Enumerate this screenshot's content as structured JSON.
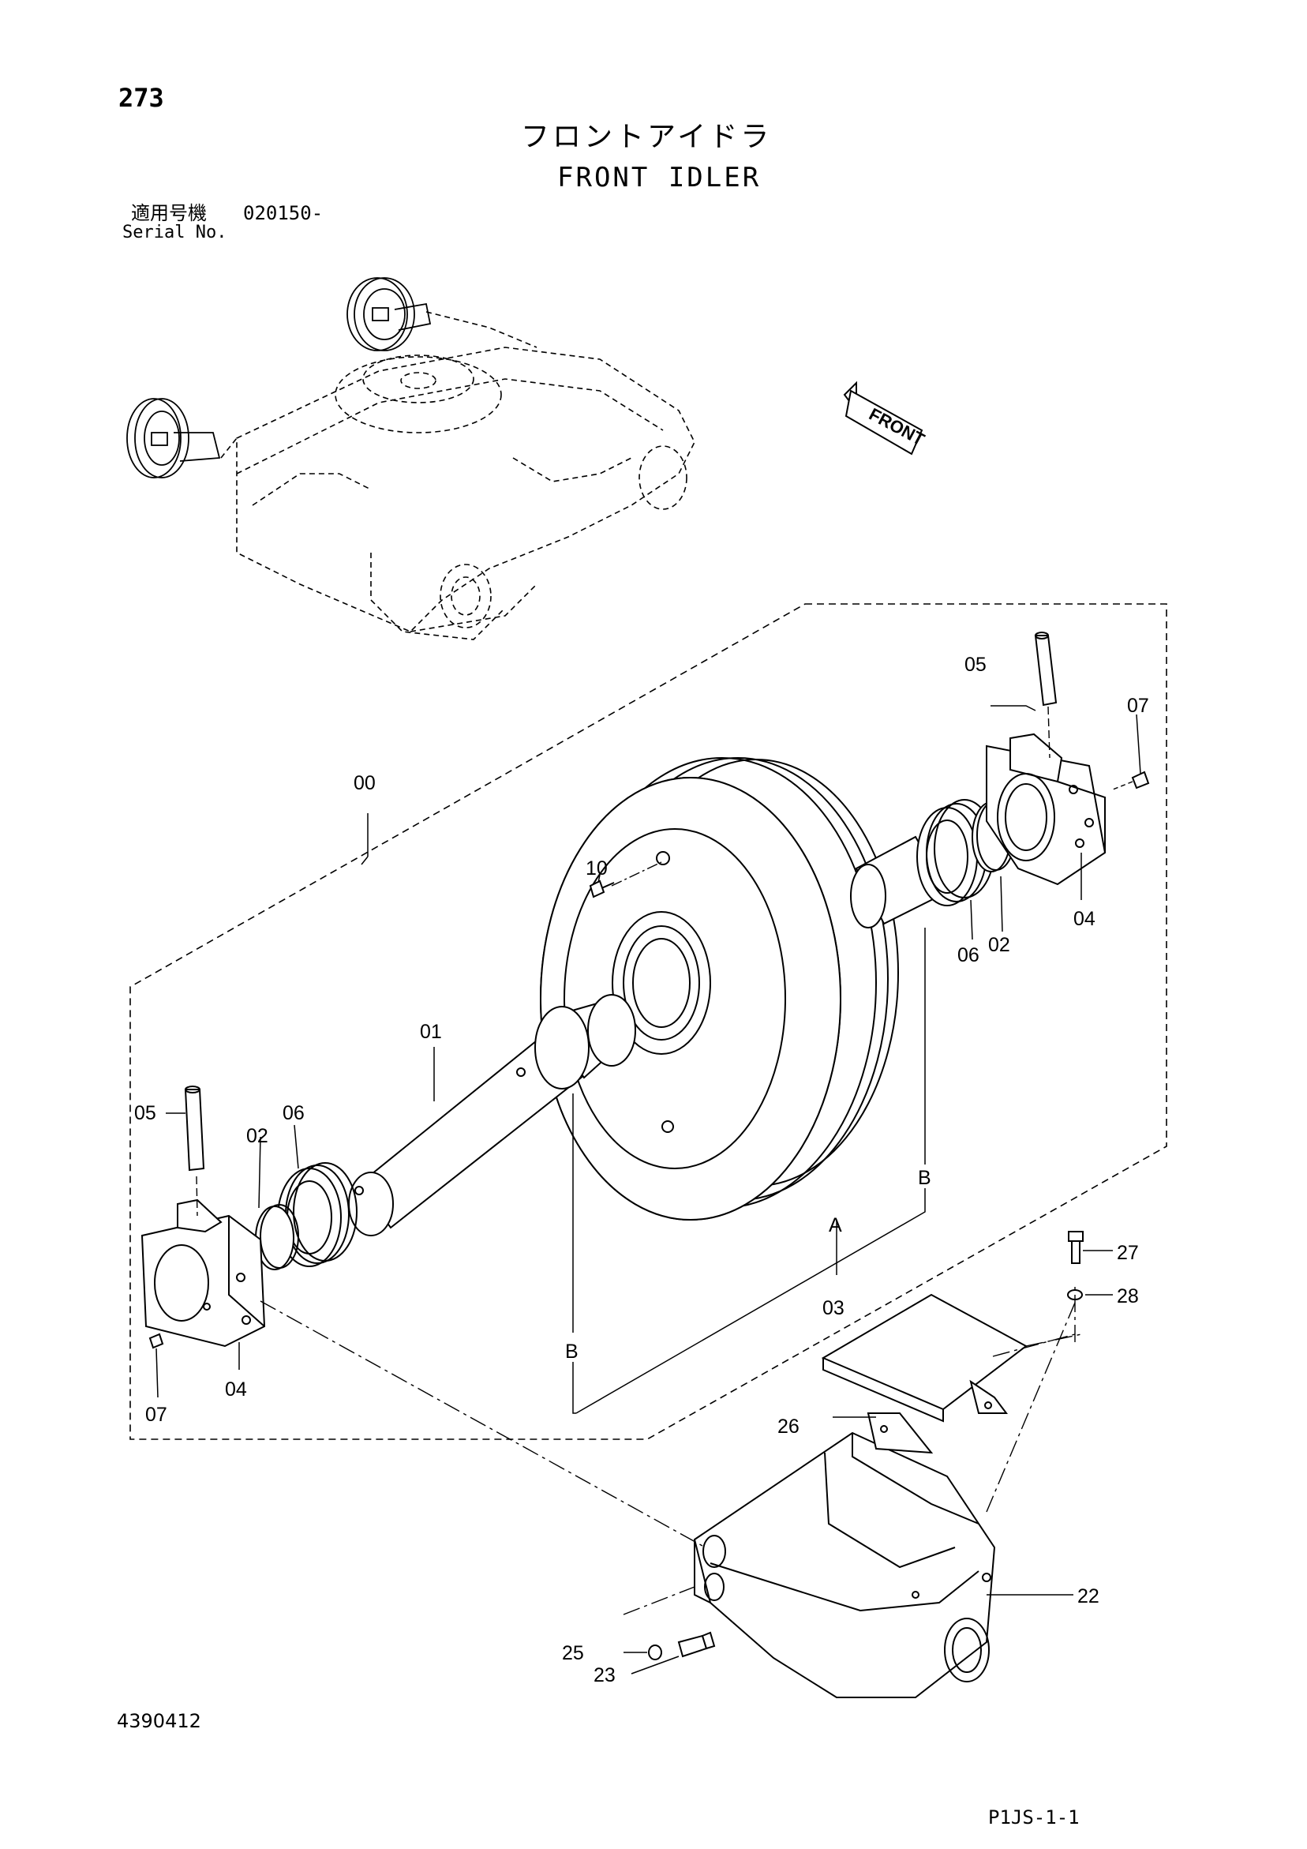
{
  "header": {
    "page_number": "273",
    "title_jp": "フロントアイドラ",
    "title_en": "FRONT IDLER",
    "serial_label_jp": "適用号機",
    "serial_value": "020150-",
    "serial_label_en": "Serial No."
  },
  "footer": {
    "doc_id": "4390412",
    "page_code": "P1JS-1-1"
  },
  "direction_label": "FRONT",
  "callouts": [
    {
      "id": "c00",
      "label": "00"
    },
    {
      "id": "c01",
      "label": "01"
    },
    {
      "id": "c02a",
      "label": "02"
    },
    {
      "id": "c02b",
      "label": "02"
    },
    {
      "id": "c03",
      "label": "03"
    },
    {
      "id": "c04a",
      "label": "04"
    },
    {
      "id": "c04b",
      "label": "04"
    },
    {
      "id": "c05a",
      "label": "05"
    },
    {
      "id": "c05b",
      "label": "05"
    },
    {
      "id": "c06a",
      "label": "06"
    },
    {
      "id": "c06b",
      "label": "06"
    },
    {
      "id": "c07a",
      "label": "07"
    },
    {
      "id": "c07b",
      "label": "07"
    },
    {
      "id": "c10",
      "label": "10"
    },
    {
      "id": "c22",
      "label": "22"
    },
    {
      "id": "c23",
      "label": "23"
    },
    {
      "id": "c25",
      "label": "25"
    },
    {
      "id": "c26",
      "label": "26"
    },
    {
      "id": "c27",
      "label": "27"
    },
    {
      "id": "c28",
      "label": "28"
    },
    {
      "id": "cA",
      "label": "A"
    },
    {
      "id": "cB1",
      "label": "B"
    },
    {
      "id": "cB2",
      "label": "B"
    }
  ]
}
